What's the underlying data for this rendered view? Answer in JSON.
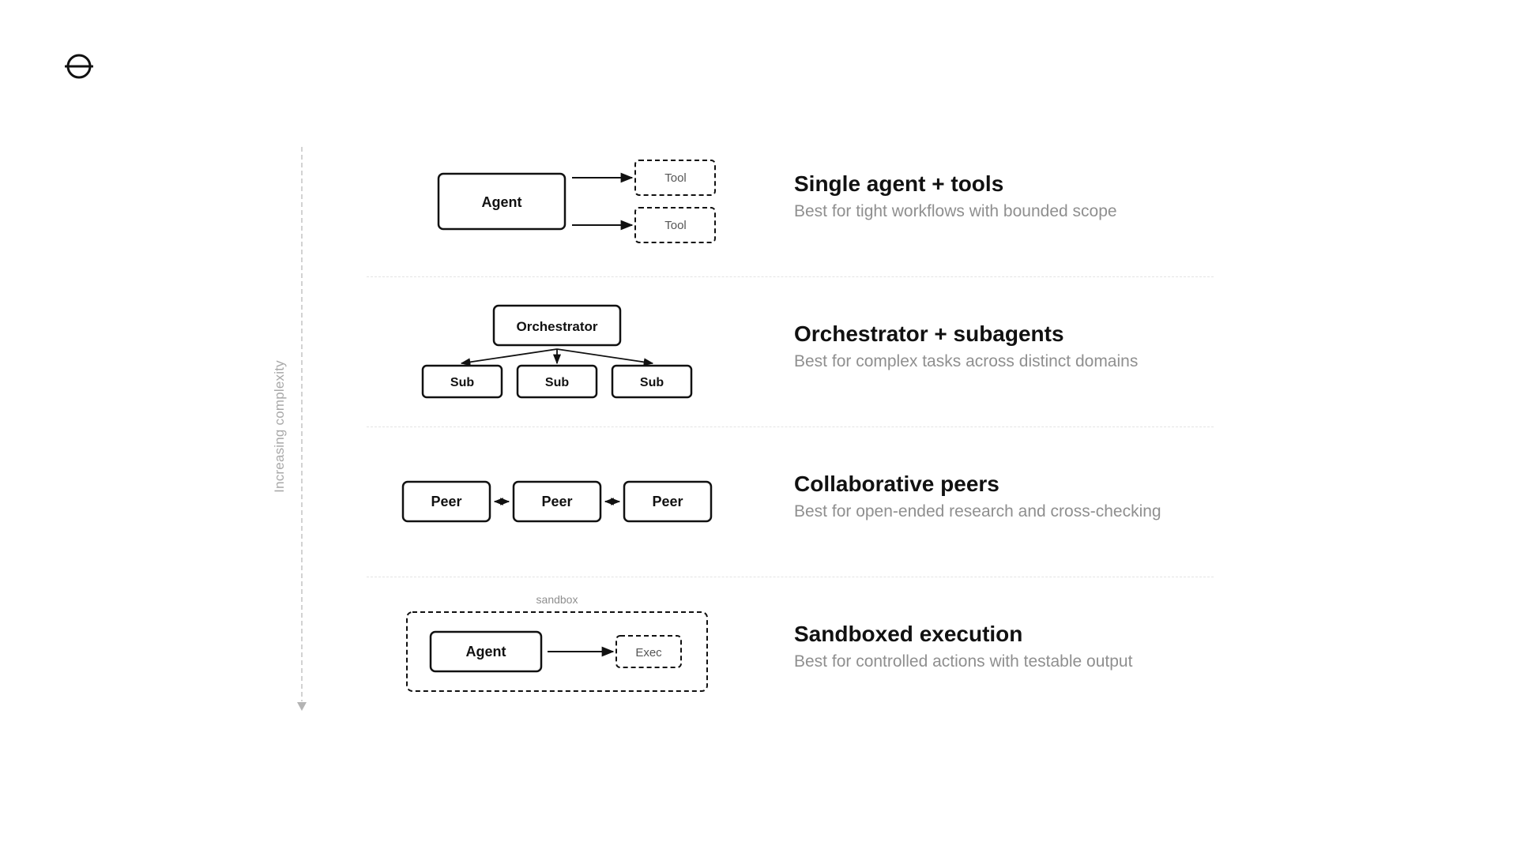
{
  "brand": {
    "logo_icon": "circle-bar-logo-icon"
  },
  "axis": {
    "label": "Increasing complexity"
  },
  "rows": [
    {
      "title": "Single agent + tools",
      "description": "Best for tight workflows with bounded scope",
      "nodes": {
        "agent": "Agent",
        "tool_1": "Tool",
        "tool_2": "Tool"
      }
    },
    {
      "title": "Orchestrator + subagents",
      "description": "Best for complex tasks across distinct domains",
      "nodes": {
        "orchestrator": "Orchestrator",
        "sub_1": "Sub",
        "sub_2": "Sub",
        "sub_3": "Sub"
      }
    },
    {
      "title": "Collaborative peers",
      "description": "Best for open-ended research and cross-checking",
      "nodes": {
        "peer_1": "Peer",
        "peer_2": "Peer",
        "peer_3": "Peer"
      }
    },
    {
      "title": "Sandboxed execution",
      "description": "Best for controlled actions with testable output",
      "nodes": {
        "sandbox": "sandbox",
        "agent": "Agent",
        "exec": "Exec"
      }
    }
  ],
  "colors": {
    "text": "#111111",
    "muted": "#8f8f8f",
    "axis": "#c4c4c4",
    "divider": "#e4e4e4"
  }
}
